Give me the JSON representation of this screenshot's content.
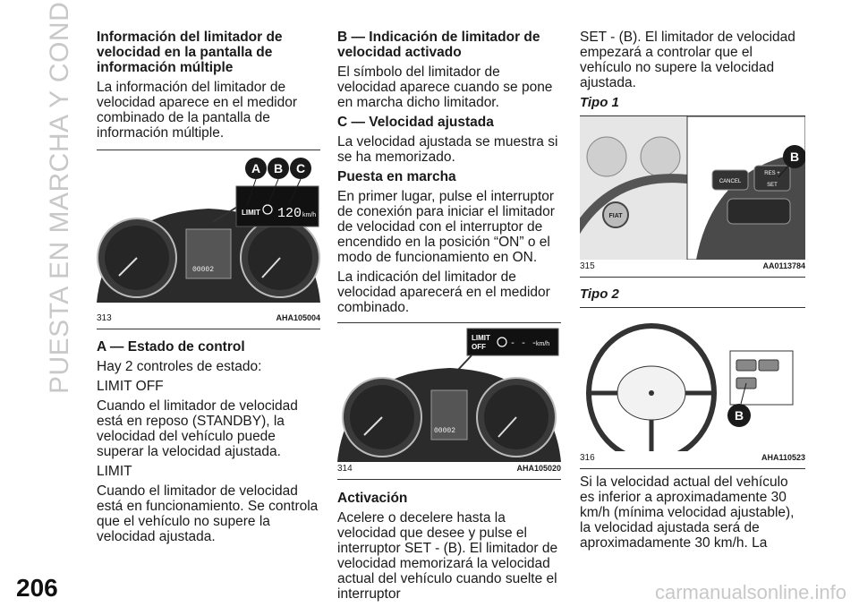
{
  "side_title": "PUESTA EN MARCHA Y CONDUCCIÓN",
  "page_number": "206",
  "watermark": "carmanualsonline.info",
  "col1": {
    "heading1": "Información del limitador de velocidad en la pantalla de información múltiple",
    "p1": "La información del limitador de velocidad aparece en el medidor combinado de la pantalla de información múltiple.",
    "fig": {
      "num": "313",
      "ref": "AHA105004",
      "callouts": [
        "A",
        "B",
        "C"
      ],
      "limit_label": "LIMIT",
      "speed": "120",
      "unit": "km/h",
      "odo": "00002"
    },
    "heading2": "A — Estado de control",
    "p2": "Hay 2 controles de estado:",
    "p3": "LIMIT OFF",
    "p4": "Cuando el limitador de velocidad está en reposo (STANDBY), la velocidad del vehículo puede superar la velocidad ajustada.",
    "p5": "LIMIT",
    "p6": "Cuando el limitador de velocidad está en funcionamiento. Se controla que el vehículo no supere la velocidad ajustada."
  },
  "col2": {
    "heading1": "B — Indicación de limitador de velocidad activado",
    "p1": "El símbolo del limitador de velocidad aparece cuando se pone en marcha dicho limitador.",
    "heading2": "C — Velocidad ajustada",
    "p2": "La velocidad ajustada se muestra si se ha memorizado.",
    "heading3": "Puesta en marcha",
    "p3": "En primer lugar, pulse el interruptor de conexión para iniciar el limitador de velocidad con el interruptor de encendido en la posición “ON” o el modo de funcionamiento en ON.",
    "p4": "La indicación del limitador de velocidad aparecerá en el medidor combinado.",
    "fig": {
      "num": "314",
      "ref": "AHA105020",
      "limit_label": "LIMIT",
      "off_label": "OFF",
      "dashes": "- - -",
      "unit": "km/h",
      "odo": "00002"
    },
    "heading4": "Activación",
    "p5": "Acelere o decelere hasta la velocidad que desee y pulse el interruptor SET - (B). El limitador de velocidad memorizará la velocidad actual del vehículo cuando suelte el interruptor"
  },
  "col3": {
    "p1": "SET - (B). El limitador de velocidad empezará a controlar que el vehículo no supere la velocidad ajustada.",
    "tipo1": "Tipo 1",
    "fig1": {
      "num": "315",
      "ref": "AA0113784",
      "callout": "B",
      "cancel": "CANCEL",
      "set": "SET",
      "res": "RES +",
      "logo": "FIAT"
    },
    "tipo2": "Tipo 2",
    "fig2": {
      "num": "316",
      "ref": "AHA110523",
      "callout": "B"
    },
    "p2": "Si la velocidad actual del vehículo es inferior a aproximadamente 30 km/h (mínima velocidad ajustable), la velocidad ajustada será de aproximadamente 30 km/h. La"
  },
  "colors": {
    "callout": "#1a1a1a",
    "dash_dark": "#2b2b2b",
    "gauge_bg": "#3a3a3a",
    "side_title": "#c8c8c8"
  }
}
